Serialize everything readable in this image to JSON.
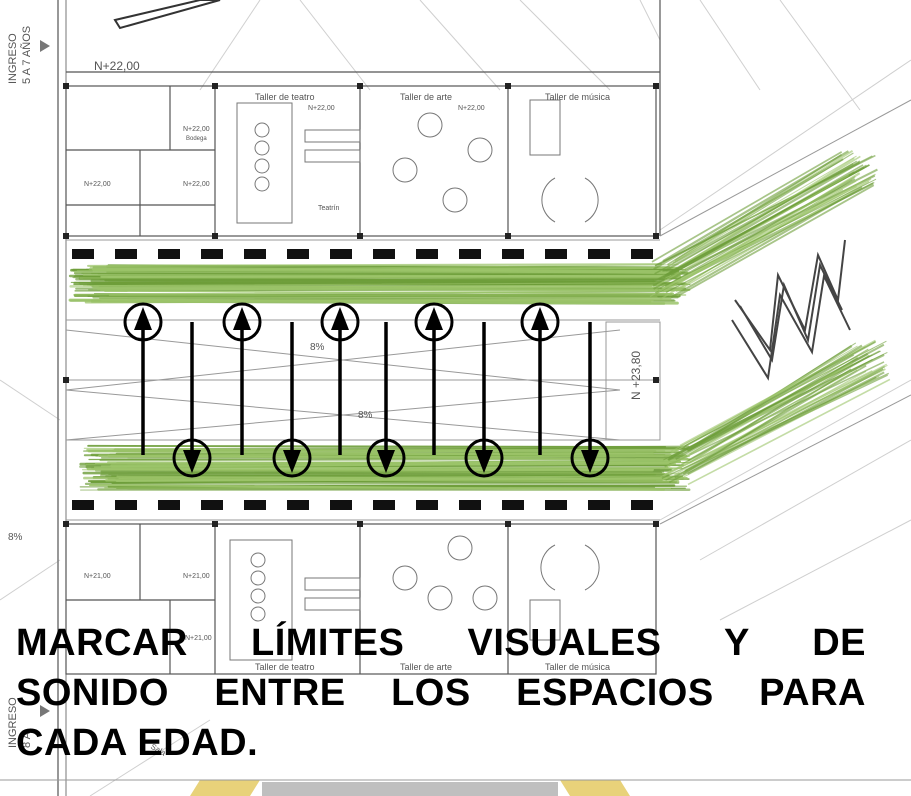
{
  "plan": {
    "entrance_top": "INGRESO\n5 A 7 AÑOS",
    "entrance_bottom": "INGRESO\n8 A",
    "level_top": "N+22,00",
    "level_small_1": "N+22,00",
    "level_small_2": "N+22,00",
    "level_small_3": "N+22,00",
    "level_small_bodega": "Bodega",
    "level_corridor": "N +23,80",
    "level_bottom_1": "N+21,00",
    "level_bottom_2": "N+21,00",
    "level_bottom_3": "N+21,00",
    "slope_1": "8%",
    "slope_2": "8%",
    "slope_left": "8%",
    "level_theater": "N+22,00",
    "level_art": "N+22,00",
    "top_rooms": [
      "Taller de teatro",
      "Taller de arte",
      "Taller de música"
    ],
    "bottom_rooms": [
      "Taller de teatro",
      "Taller de arte",
      "Taller de música"
    ],
    "theater_label": "Teatrín",
    "corner_label": "Sala"
  },
  "caption": {
    "line1": "MARCAR LÍMITES VISUALES Y DE",
    "line2": "SONIDO ENTRE LOS ESPACIOS PARA",
    "line3": "CADA EDAD."
  },
  "colors": {
    "vegetation": "#6e9e3a",
    "vegetation_light": "#9cc46a",
    "wall": "#1a1a1a",
    "line": "#888888"
  }
}
